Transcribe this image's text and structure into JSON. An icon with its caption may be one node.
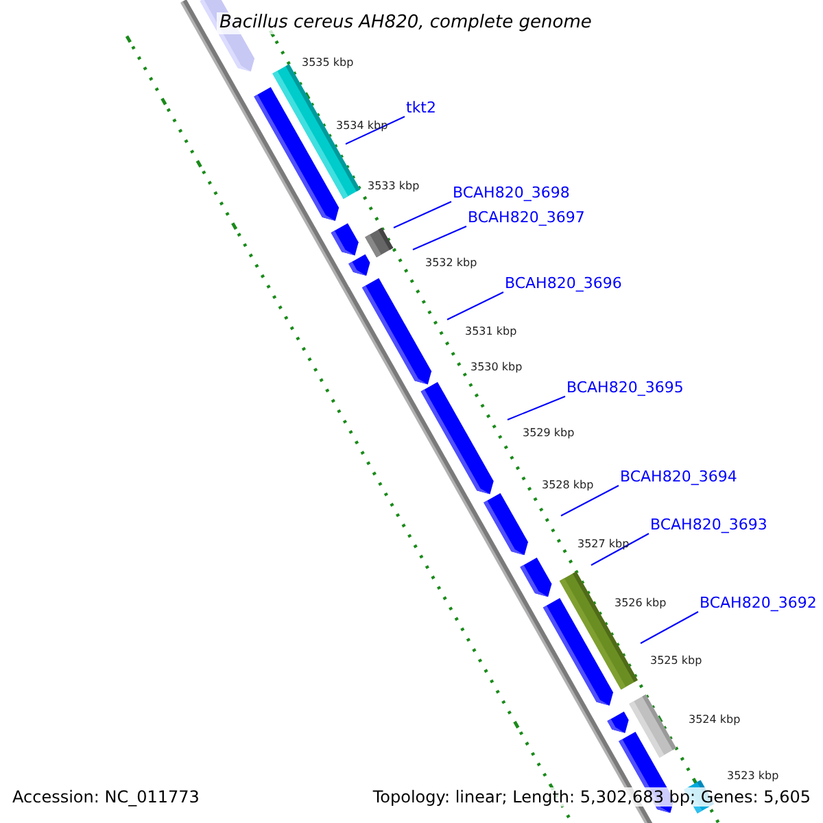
{
  "diagram": {
    "title": "Bacillus cereus AH820, complete genome",
    "nodes": [
      {
        "text": [
          "tkt2"
        ]
      },
      {
        "text": [
          "BCAH820_3698"
        ]
      },
      {
        "text": [
          "BCAH820_3697"
        ]
      },
      {
        "text": [
          "BCAH820_3696"
        ]
      },
      {
        "text": [
          "BCAH820_3695"
        ]
      },
      {
        "text": [
          "BCAH820_3694"
        ]
      },
      {
        "text": [
          "BCAH820_3693"
        ]
      },
      {
        "text": [
          "BCAH820_3692"
        ]
      }
    ],
    "edges": [
      {
        "from": 0,
        "to": null,
        "arrow": "none"
      },
      {
        "from": 1,
        "to": null,
        "arrow": "none"
      },
      {
        "from": 2,
        "to": null,
        "arrow": "none"
      },
      {
        "from": 3,
        "to": null,
        "arrow": "none"
      },
      {
        "from": 4,
        "to": null,
        "arrow": "none"
      },
      {
        "from": 5,
        "to": null,
        "arrow": "none"
      },
      {
        "from": 6,
        "to": null,
        "arrow": "none"
      },
      {
        "from": 7,
        "to": null,
        "arrow": "none"
      }
    ],
    "labels": [
      "3535 kbp",
      "3534 kbp",
      "3533 kbp",
      "3532 kbp",
      "3531 kbp",
      "3530 kbp",
      "3529 kbp",
      "3528 kbp",
      "3527 kbp",
      "3526 kbp",
      "3525 kbp",
      "3524 kbp",
      "3523 kbp",
      "Accession: NC_011773",
      "Topology: linear; Length: 5,302,683 bp; Genes: 5,605"
    ]
  }
}
